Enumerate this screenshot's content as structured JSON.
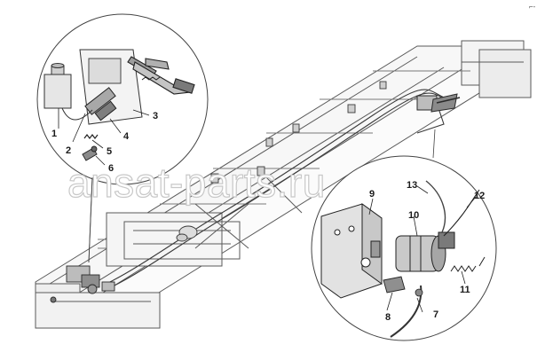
{
  "watermark": "ansat-parts.ru",
  "corner_mark": "⌐-",
  "callouts": [
    "1",
    "2",
    "3",
    "4",
    "5",
    "6",
    "7",
    "8",
    "9",
    "10",
    "11",
    "12",
    "13"
  ],
  "colors": {
    "line": "#5a5a5a",
    "shade": "#9a9a9a",
    "fill_light": "#eeeeee",
    "detail_dark": "#3a3a3a"
  }
}
